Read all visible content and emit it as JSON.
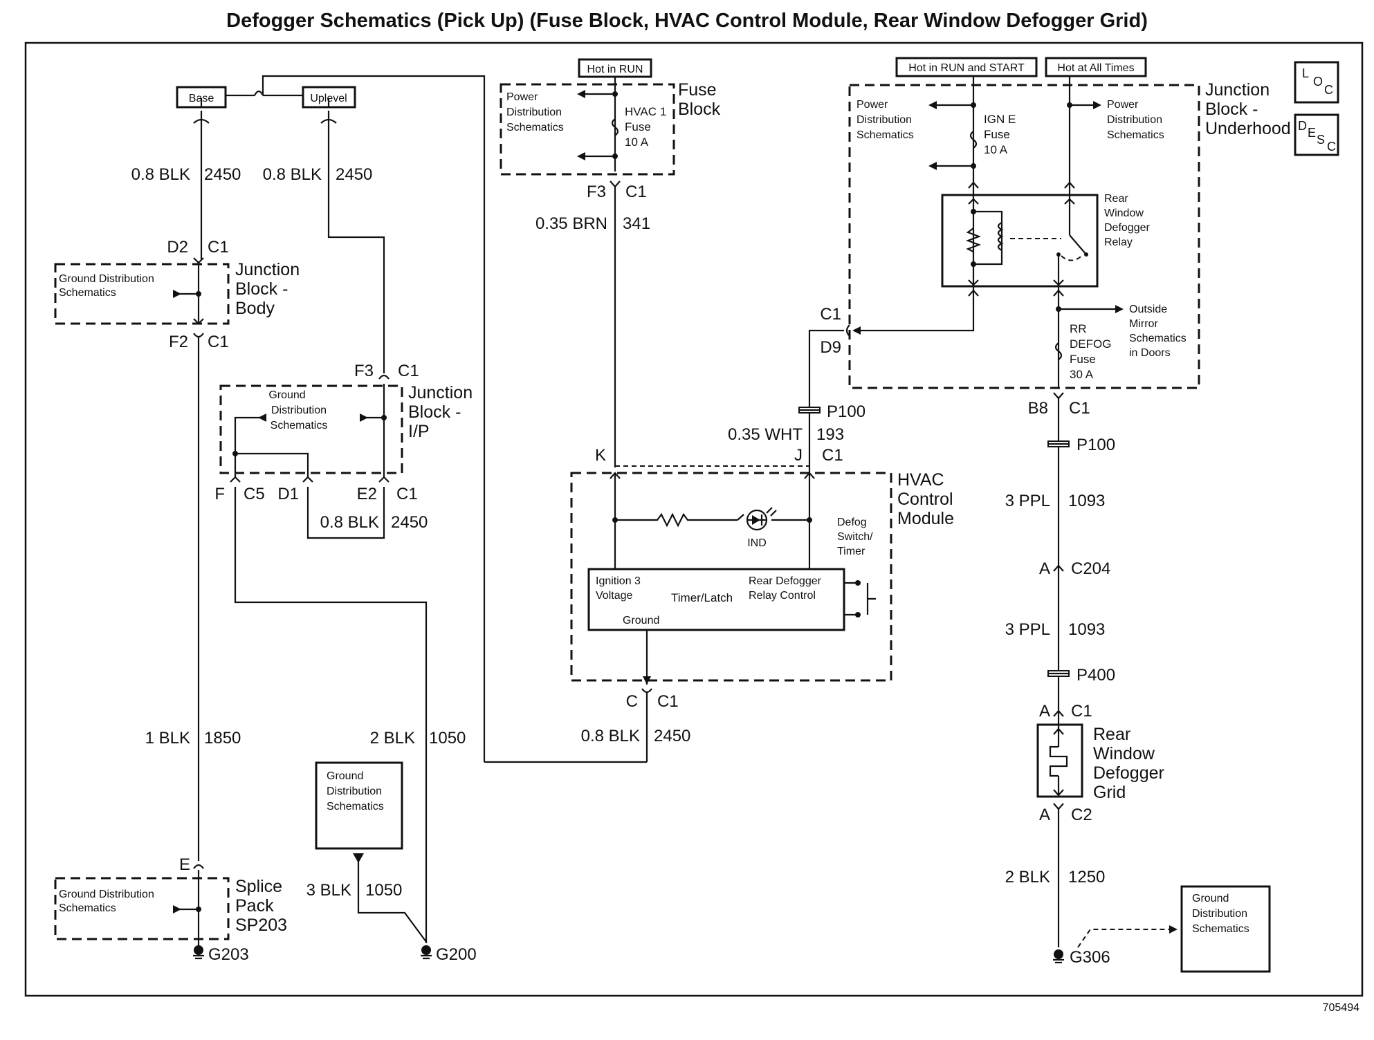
{
  "title": "Defogger Schematics (Pick Up) (Fuse Block, HVAC Control Module, Rear Window Defogger Grid)",
  "figure_id": "705494",
  "tags": {
    "base": "Base",
    "uplevel": "Uplevel",
    "hot_run": "Hot in RUN",
    "hot_run_start": "Hot in RUN and START",
    "hot_all": "Hot at All Times"
  },
  "loc_desc": {
    "loc_l": "L",
    "loc_o": "O",
    "loc_c": "C",
    "desc_d": "D",
    "desc_e": "E",
    "desc_s": "S",
    "desc_c": "C"
  },
  "left": {
    "wire_a": {
      "gauge": "0.8 BLK",
      "circuit": "2450"
    },
    "wire_b": {
      "gauge": "0.8 BLK",
      "circuit": "2450"
    },
    "jb_body": {
      "name_1": "Junction",
      "name_2": "Block -",
      "name_3": "Body",
      "gd_1": "Ground Distribution",
      "gd_2": "Schematics",
      "top_pin": "D2",
      "top_conn": "C1",
      "bot_pin": "F2",
      "bot_conn": "C1"
    },
    "wire_1850": {
      "gauge": "1 BLK",
      "circuit": "1850"
    },
    "splice": {
      "name_1": "Splice",
      "name_2": "Pack",
      "name_3": "SP203",
      "gd_1": "Ground Distribution",
      "gd_2": "Schematics",
      "pin": "E"
    },
    "g203": "G203",
    "jb_ip": {
      "name_1": "Junction",
      "name_2": "Block -",
      "name_3": "I/P",
      "gd_1": "Ground",
      "gd_2": "Distribution",
      "gd_3": "Schematics",
      "top_pin": "F3",
      "top_conn": "C1",
      "pin_f": "F",
      "conn_c5": "C5",
      "pin_d1": "D1",
      "pin_e2": "E2",
      "conn_e2": "C1"
    },
    "wire_d1": {
      "gauge": "0.8 BLK",
      "circuit": "2450"
    },
    "wire_2blk": {
      "gauge": "2 BLK",
      "circuit": "1050"
    },
    "gd_box": {
      "line_1": "Ground",
      "line_2": "Distribution",
      "line_3": "Schematics"
    },
    "wire_3blk": {
      "gauge": "3 BLK",
      "circuit": "1050"
    },
    "g200": "G200"
  },
  "fuse_block": {
    "name_1": "Fuse",
    "name_2": "Block",
    "pd_1": "Power",
    "pd_2": "Distribution",
    "pd_3": "Schematics",
    "fuse_1": "HVAC 1",
    "fuse_2": "Fuse",
    "fuse_3": "10 A",
    "pin": "F3",
    "conn": "C1"
  },
  "wire_341": {
    "gauge": "0.35 BRN",
    "circuit": "341"
  },
  "hvac": {
    "name_1": "HVAC",
    "name_2": "Control",
    "name_3": "Module",
    "pin_k": "K",
    "pin_j": "J",
    "conn_j": "C1",
    "ind": "IND",
    "sw_1": "Defog",
    "sw_2": "Switch/",
    "sw_3": "Timer",
    "ign_1": "Ignition 3",
    "ign_2": "Voltage",
    "timer": "Timer/Latch",
    "rdr_1": "Rear Defogger",
    "rdr_2": "Relay Control",
    "ground": "Ground",
    "pin_c": "C",
    "conn_c": "C1"
  },
  "wire_hvac_gnd": {
    "gauge": "0.8 BLK",
    "circuit": "2450"
  },
  "wire_193": {
    "gauge": "0.35 WHT",
    "circuit": "193"
  },
  "p100_a": "P100",
  "jb_under": {
    "name_1": "Junction",
    "name_2": "Block -",
    "name_3": "Underhood",
    "pd_l1": "Power",
    "pd_l2": "Distribution",
    "pd_l3": "Schematics",
    "pd_r1": "Power",
    "pd_r2": "Distribution",
    "pd_r3": "Schematics",
    "ign_1": "IGN E",
    "ign_2": "Fuse",
    "ign_3": "10 A",
    "relay_1": "Rear",
    "relay_2": "Window",
    "relay_3": "Defogger",
    "relay_4": "Relay",
    "om_1": "Outside",
    "om_2": "Mirror",
    "om_3": "Schematics",
    "om_4": "in Doors",
    "rr_1": "RR",
    "rr_2": "DEFOG",
    "rr_3": "Fuse",
    "rr_4": "30 A",
    "c1_conn": "C1",
    "d9_pin": "D9",
    "b8_pin": "B8",
    "b8_conn": "C1"
  },
  "p100_b": "P100",
  "wire_1093a": {
    "gauge": "3 PPL",
    "circuit": "1093"
  },
  "c204": {
    "pin": "A",
    "conn": "C204"
  },
  "wire_1093b": {
    "gauge": "3 PPL",
    "circuit": "1093"
  },
  "p400": "P400",
  "grid": {
    "pin_a1": "A",
    "conn_c1": "C1",
    "name_1": "Rear",
    "name_2": "Window",
    "name_3": "Defogger",
    "name_4": "Grid",
    "pin_a2": "A",
    "conn_c2": "C2"
  },
  "wire_1250": {
    "gauge": "2 BLK",
    "circuit": "1250"
  },
  "gd_right": {
    "line_1": "Ground",
    "line_2": "Distribution",
    "line_3": "Schematics"
  },
  "g306": "G306"
}
